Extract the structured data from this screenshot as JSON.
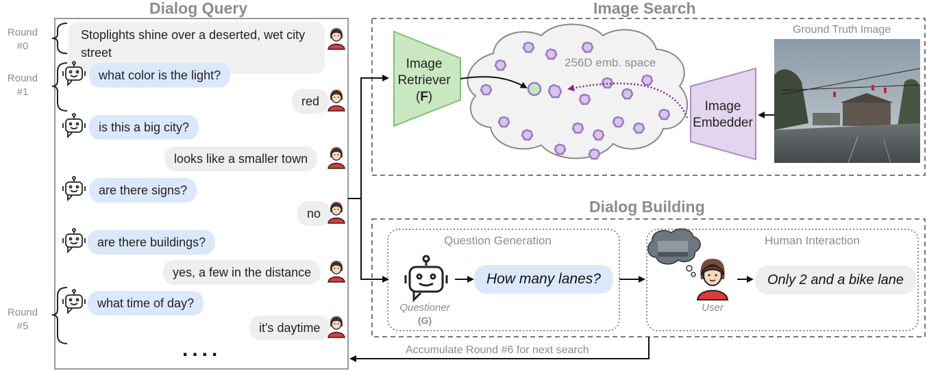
{
  "dialog_query": {
    "title": "Dialog Query",
    "round_labels": [
      {
        "round": "Round",
        "number": "#0"
      },
      {
        "round": "Round",
        "number": "#1"
      },
      {
        "round": "Round",
        "number": "#5"
      }
    ],
    "caption": "Stoplights shine over a deserted, wet city street",
    "messages": [
      {
        "speaker": "bot",
        "text": "what color is the light?"
      },
      {
        "speaker": "user",
        "text": "red"
      },
      {
        "speaker": "bot",
        "text": "is this a big city?"
      },
      {
        "speaker": "user",
        "text": "looks like a smaller town"
      },
      {
        "speaker": "bot",
        "text": "are there signs?"
      },
      {
        "speaker": "user",
        "text": "no"
      },
      {
        "speaker": "bot",
        "text": "are there buildings?"
      },
      {
        "speaker": "user",
        "text": "yes, a few in the distance"
      },
      {
        "speaker": "bot",
        "text": "what time of day?"
      },
      {
        "speaker": "user",
        "text": "it's daytime"
      }
    ],
    "ellipsis": "...."
  },
  "image_search": {
    "title": "Image Search",
    "retriever": {
      "line1": "Image",
      "line2": "Retriever",
      "symbol": "F"
    },
    "embedding_space_label": "256D emb. space",
    "embedder": {
      "line1": "Image",
      "line2": "Embedder"
    },
    "ground_truth_label": "Ground Truth Image"
  },
  "dialog_building": {
    "title": "Dialog Building",
    "question_generation": {
      "title": "Question Generation",
      "agent_label": "Questioner",
      "agent_symbol": "(G)",
      "question": "How many lanes?"
    },
    "human_interaction": {
      "title": "Human Interaction",
      "agent_label": "User",
      "answer": "Only 2 and a bike lane"
    }
  },
  "feedback_label": "Accumulate Round #6 for next search",
  "colors": {
    "retriever_fill": "#c9e7c0",
    "retriever_stroke": "#7fc06f",
    "embedder_fill": "#e3d5ee",
    "embedder_stroke": "#a98cc6",
    "bot_bubble": "#dbe8f9",
    "user_bubble": "#eeeeee",
    "dot_fill": "#d7c5ea",
    "dot_stroke": "#9a76c4",
    "target_fill": "#c6e6c0",
    "dotted_arrow": "#8a1f86",
    "user_shirt": "#e0393b"
  }
}
